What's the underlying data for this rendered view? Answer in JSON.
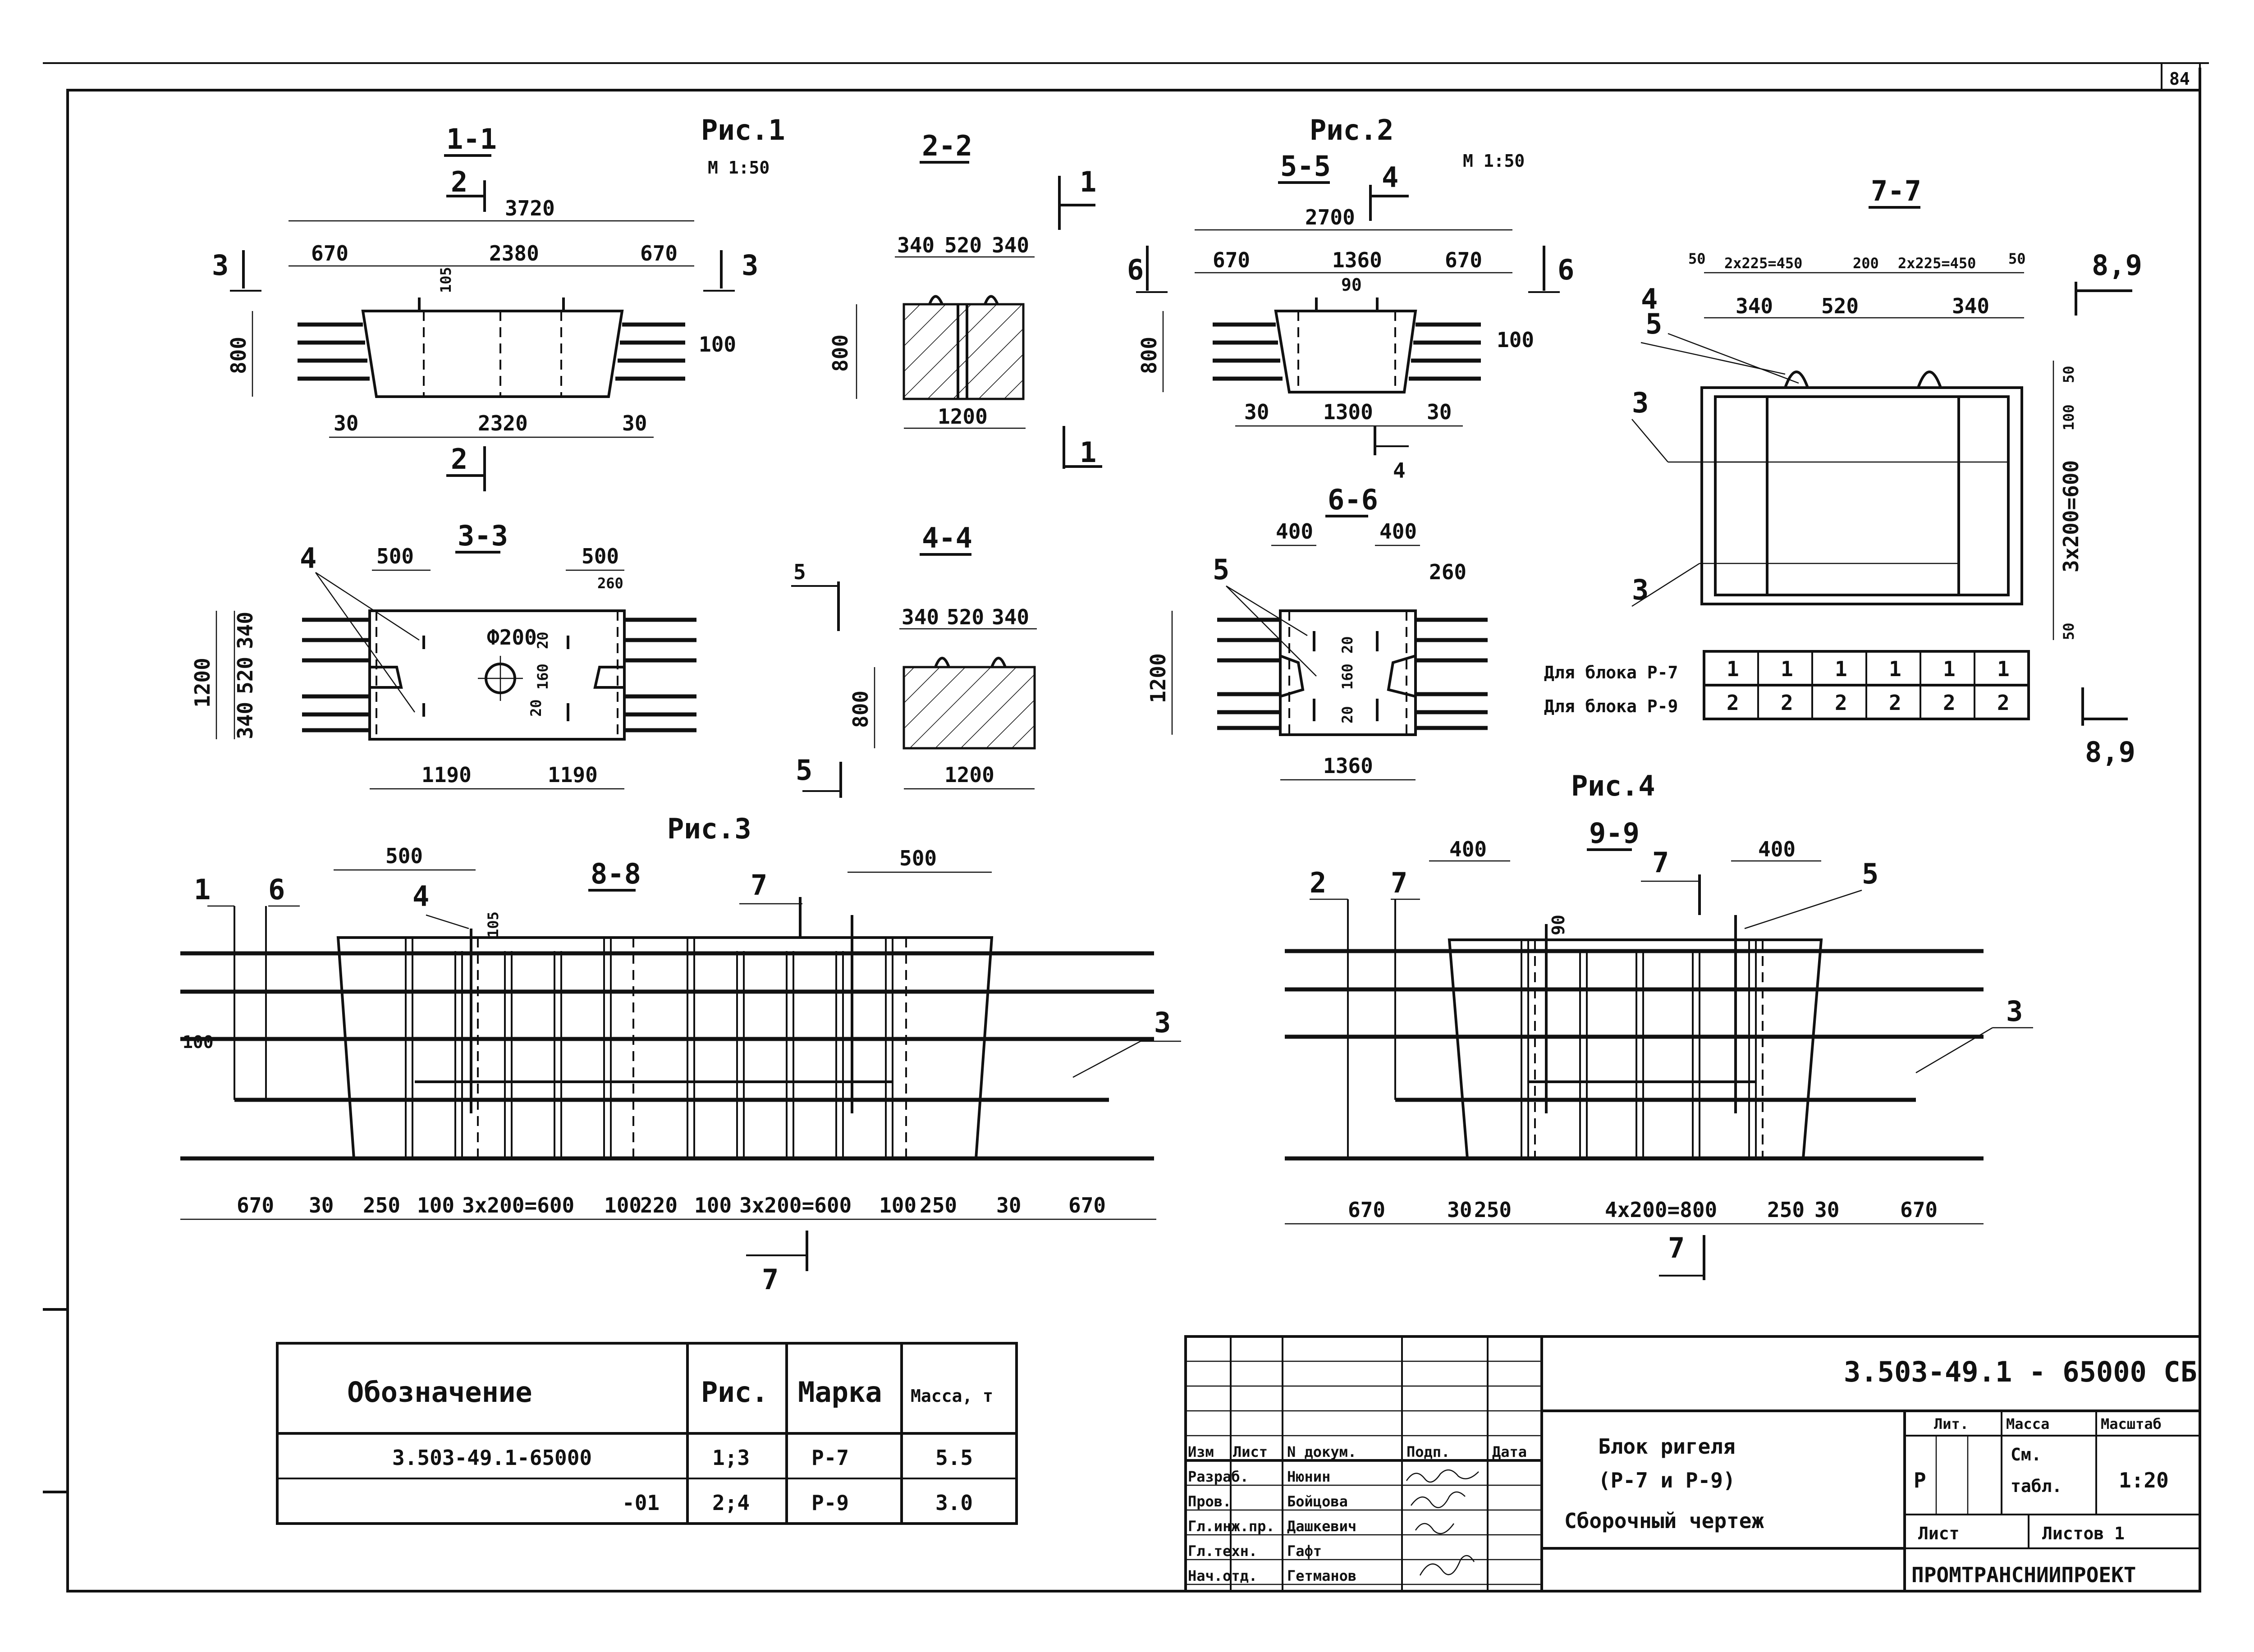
{
  "sheet_number": "84",
  "figures": {
    "fig1": {
      "label": "Рис.1",
      "scale": "М 1:50"
    },
    "fig2": {
      "label": "Рис.2",
      "scale": "М 1:50"
    },
    "fig3": {
      "label": "Рис.3"
    },
    "fig4": {
      "label": "Рис.4"
    }
  },
  "sections": {
    "s11": {
      "title": "1-1",
      "dims": {
        "overall": "3720",
        "left": "670",
        "middle": "2380",
        "right": "670",
        "top_step": "105",
        "height": "800",
        "rod": "100",
        "bottom_left": "30",
        "bottom_mid": "2320",
        "bottom_right": "30"
      },
      "cuts": {
        "top": "2",
        "bottom": "2",
        "left": "3",
        "right": "3"
      }
    },
    "s22": {
      "title": "2-2",
      "dims": {
        "a": "340",
        "b": "520",
        "c": "340",
        "height": "800",
        "width": "1200"
      },
      "cuts": {
        "top": "1",
        "bottom": "1"
      }
    },
    "s55": {
      "title": "5-5",
      "dims": {
        "overall": "2700",
        "left": "670",
        "middle": "1360",
        "right": "670",
        "step": "90",
        "height": "800",
        "rod": "100",
        "bottom_left": "30",
        "bottom_mid": "1300",
        "bottom_right": "30"
      },
      "cuts": {
        "top": "4",
        "bottom": "4",
        "left": "6",
        "right": "6"
      }
    },
    "s77": {
      "title": "7-7",
      "dims": {
        "t1": "50",
        "t2": "2x225=450",
        "t3": "200",
        "t4": "2x225=450",
        "t5": "50",
        "m1": "340",
        "m2": "520",
        "m3": "340",
        "r1": "50",
        "r2": "100",
        "r3": "3x200=600",
        "r4": "50"
      },
      "callouts": {
        "c4": "4",
        "c5": "5",
        "c3a": "3",
        "c3b": "3"
      },
      "cut": "8,9"
    },
    "s33": {
      "title": "3-3",
      "dims": {
        "left": "500",
        "right": "500",
        "pipe": "Ф200",
        "r260": "260",
        "h1": "340",
        "h2": "520",
        "h3": "340",
        "total": "1200",
        "v20a": "20",
        "v160": "160",
        "v20b": "20",
        "w1": "1190",
        "w2": "1190"
      },
      "callout": "4"
    },
    "s44": {
      "title": "4-4",
      "dims": {
        "a": "340",
        "b": "520",
        "c": "340",
        "height": "800",
        "width": "1200"
      },
      "cuts": {
        "top": "5",
        "bottom": "5"
      }
    },
    "s66": {
      "title": "6-6",
      "dims": {
        "left": "400",
        "right": "400",
        "r260": "260",
        "total": "1200",
        "v20a": "20",
        "v160": "160",
        "v20b": "20",
        "width": "1360"
      },
      "callout": "5"
    },
    "s88": {
      "title": "8-8",
      "dims": {
        "top_left": "500",
        "top_right": "500",
        "step": "105",
        "side": "100"
      },
      "callouts": {
        "c1": "1",
        "c6": "6",
        "c4": "4",
        "c7": "7",
        "c3": "3"
      },
      "cut": "7",
      "bottom_dims": [
        "670",
        "30",
        "250",
        "100",
        "3x200=600",
        "100",
        "220",
        "100",
        "3x200=600",
        "100",
        "250",
        "30",
        "670"
      ]
    },
    "s99": {
      "title": "9-9",
      "dims": {
        "top_left": "400",
        "top_right": "400",
        "step": "90"
      },
      "callouts": {
        "c2": "2",
        "c7": "7",
        "c5": "5",
        "c3": "3"
      },
      "cut": "7",
      "bottom_dims": [
        "670",
        "30",
        "250",
        "4x200=800",
        "250",
        "30",
        "670"
      ]
    }
  },
  "block_table": {
    "rows": [
      {
        "label": "Для блока Р-7",
        "values": [
          "1",
          "1",
          "1",
          "1",
          "1",
          "1"
        ]
      },
      {
        "label": "Для блока Р-9",
        "values": [
          "2",
          "2",
          "2",
          "2",
          "2",
          "2"
        ]
      }
    ]
  },
  "spec_table": {
    "headers": [
      "Обозначение",
      "Рис.",
      "Марка",
      "Масса, т"
    ],
    "rows": [
      [
        "3.503-49.1-65000",
        "1;3",
        "Р-7",
        "5.5"
      ],
      [
        "-01",
        "2;4",
        "Р-9",
        "3.0"
      ]
    ]
  },
  "title_block": {
    "code": "3.503-49.1 - 65000 СБ",
    "title_lines": [
      "Блок ригеля",
      "(Р-7 и Р-9)",
      "Сборочный чертеж"
    ],
    "columns": [
      "Изм",
      "Лист",
      "N докум.",
      "Подп.",
      "Дата"
    ],
    "people": [
      {
        "role": "Разраб.",
        "name": "Нюнин"
      },
      {
        "role": "Пров.",
        "name": "Бойцова"
      },
      {
        "role": "Гл.инж.пр.",
        "name": "Дашкевич"
      },
      {
        "role": "Гл.техн.",
        "name": "Гафт"
      },
      {
        "role": "Нач.отд.",
        "name": "Гетманов"
      }
    ],
    "lit_header": "Лит.",
    "mass_header": "Масса",
    "scale_header": "Масштаб",
    "lit_value": "Р",
    "mass_value_1": "См.",
    "mass_value_2": "табл.",
    "scale_value": "1:20",
    "sheet_label": "Лист",
    "sheets_label": "Листов 1",
    "org": "ПРОМТРАНСНИИПРОЕКТ"
  }
}
